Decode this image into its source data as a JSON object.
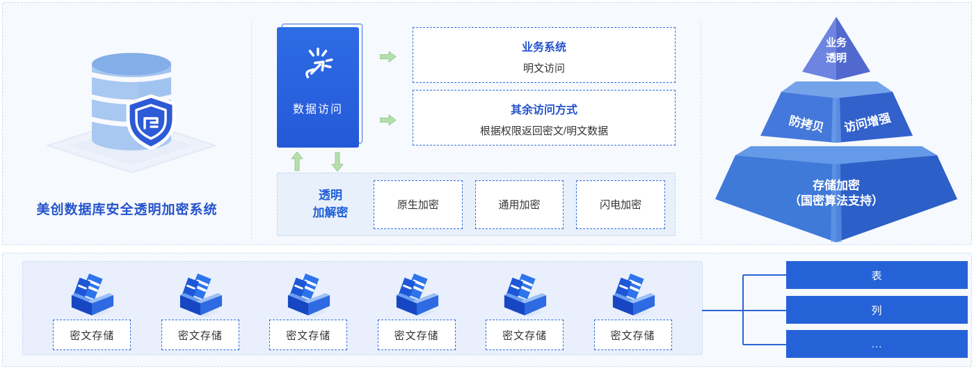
{
  "colors": {
    "primary_blue": "#2562d8",
    "heading_blue": "#2454cc",
    "dashed_border_blue": "#2f6be0",
    "container_bg": "#f6f9fd",
    "inner_panel_bg": "#e9effc",
    "engine_panel_bg": "#e8f0fb",
    "green_arrow": "#aed8a5",
    "pyramid_blue_dark": "#2c5fc8",
    "pyramid_blue_light": "#6f9fe9"
  },
  "left_panel": {
    "title": "美创数据库安全透明加密系统"
  },
  "flow": {
    "source_label": "数据访问",
    "targets": [
      {
        "title": "业务系统",
        "desc": "明文访问"
      },
      {
        "title": "其余访问方式",
        "desc": "根据权限返回密文/明文数据"
      }
    ],
    "engine": {
      "label_line1": "透明",
      "label_line2": "加解密",
      "methods": [
        "原生加密",
        "通用加密",
        "闪电加密"
      ]
    }
  },
  "pyramid": {
    "tier1_line1": "业务",
    "tier1_line2": "透明",
    "tier2_left": "防拷贝",
    "tier2_right": "访问增强",
    "tier3_line1": "存储加密",
    "tier3_line2": "（国密算法支持）"
  },
  "storage_items": [
    "密文存储",
    "密文存储",
    "密文存储",
    "密文存储",
    "密文存储",
    "密文存储"
  ],
  "granularity": [
    "表",
    "列",
    "..."
  ],
  "icons": {
    "database-icon": "blue database cylinder with shield badge",
    "shield-icon": "shield with logo mark",
    "cursor-click-icon": "clicking cursor arrow",
    "arrow-right-icon": "green block arrow right",
    "arrow-up-icon": "green block arrow up",
    "arrow-down-icon": "green block arrow down",
    "storage-icon": "isometric box with documents"
  }
}
